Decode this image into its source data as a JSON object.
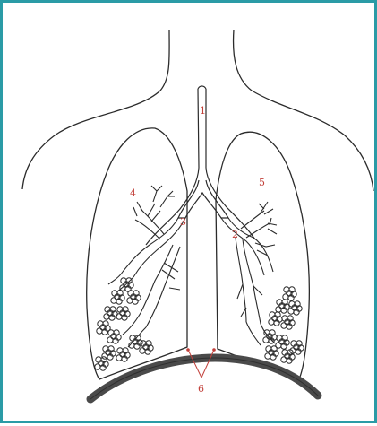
{
  "colors": {
    "frame": "#2a9ba6",
    "ink": "#2b2b2b",
    "label": "#c2403a",
    "diaphragm": "#4a4a4a"
  },
  "labels": {
    "trachea": "1",
    "right_bronchus": "2",
    "left_bronchus": "3",
    "left_lung": "4",
    "right_lung": "5",
    "diaphragm": "6"
  }
}
